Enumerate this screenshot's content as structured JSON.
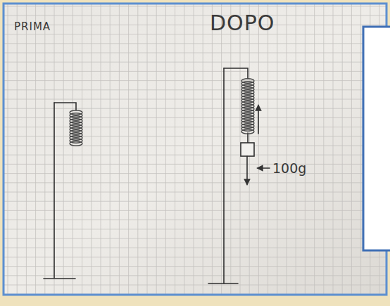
{
  "diagram": {
    "labels": [
      "PRIMA",
      "DOPO",
      "100g"
    ]
  }
}
